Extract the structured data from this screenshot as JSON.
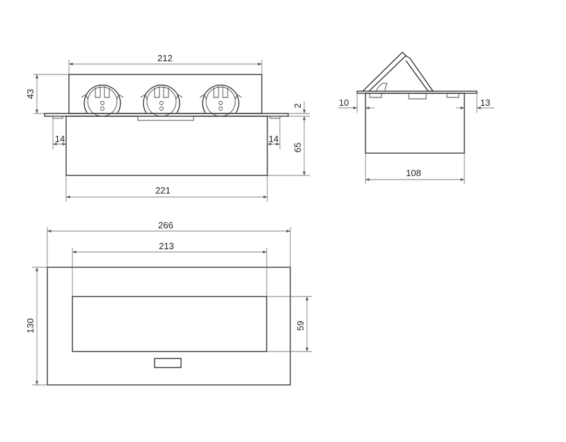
{
  "title": "Pop-up socket box technical drawing",
  "front_view": {
    "top_width": "212",
    "height_top": "43",
    "plate_thickness": "2",
    "offset_left": "14",
    "offset_right": "14",
    "box_height": "65",
    "box_width": "221",
    "socket_count": 3
  },
  "side_view": {
    "offset_left": "10",
    "offset_right": "13",
    "box_depth": "108"
  },
  "top_view": {
    "outer_width": "266",
    "inner_width": "213",
    "outer_height": "130",
    "inner_height": "59"
  },
  "colors": {
    "line": "#2a2a2a",
    "background": "#ffffff"
  }
}
